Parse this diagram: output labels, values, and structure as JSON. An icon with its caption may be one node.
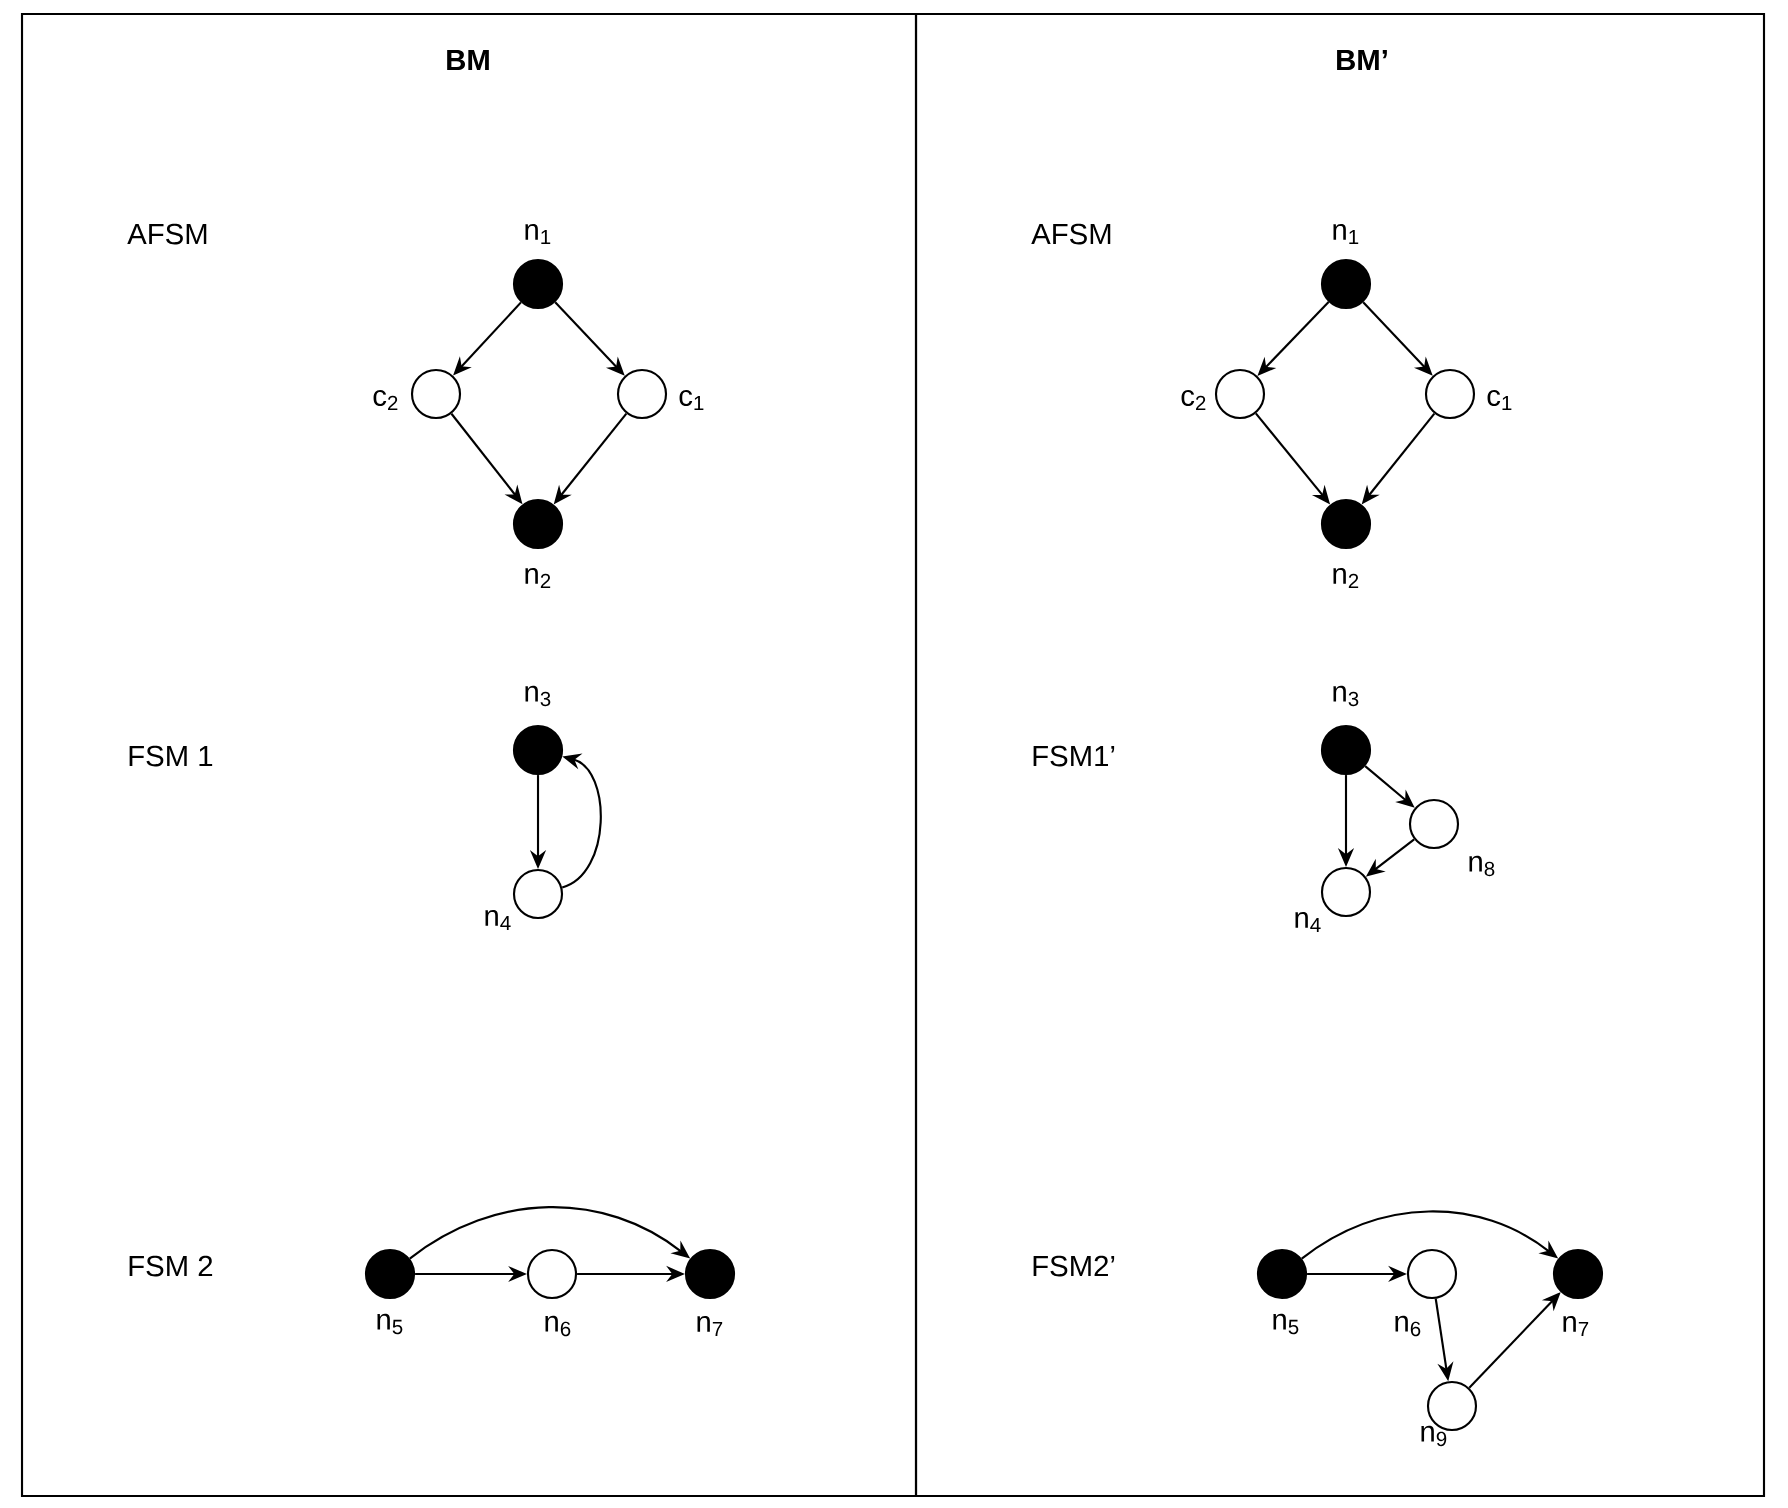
{
  "diagram": {
    "nodes": [
      {
        "text": [
          "BM",
          "AFSM",
          "FSM 1",
          "FSM 2"
        ]
      },
      {
        "text": [
          "BM’",
          "AFSM",
          "FSM1’",
          "FSM2’"
        ]
      },
      {
        "text": [],
        "shape": "dot",
        "in": 0,
        "beside": [
          "n$_{1}$"
        ]
      },
      {
        "text": [],
        "shape": "circle",
        "in": 0,
        "beside": [
          "c$_{2}$"
        ]
      },
      {
        "text": [],
        "shape": "circle",
        "in": 0,
        "beside": [
          "c$_{1}$"
        ]
      },
      {
        "text": [],
        "shape": "dot",
        "in": 0,
        "beside": [
          "n$_{2}$"
        ]
      },
      {
        "text": [],
        "shape": "dot",
        "in": 0,
        "beside": [
          "n$_{3}$"
        ]
      },
      {
        "text": [],
        "shape": "circle",
        "in": 0,
        "beside": [
          "n$_{4}$"
        ]
      },
      {
        "text": [],
        "shape": "dot",
        "in": 0,
        "beside": [
          "n$_{5}$"
        ]
      },
      {
        "text": [],
        "shape": "circle",
        "in": 0,
        "beside": [
          "n$_{6}$"
        ]
      },
      {
        "text": [],
        "shape": "dot",
        "in": 0,
        "beside": [
          "n$_{7}$"
        ]
      },
      {
        "text": [],
        "shape": "dot",
        "in": 1,
        "beside": [
          "n$_{1}$"
        ]
      },
      {
        "text": [],
        "shape": "circle",
        "in": 1,
        "beside": [
          "c$_{2}$"
        ]
      },
      {
        "text": [],
        "shape": "circle",
        "in": 1,
        "beside": [
          "c$_{1}$"
        ]
      },
      {
        "text": [],
        "shape": "dot",
        "in": 1,
        "beside": [
          "n$_{2}$"
        ]
      },
      {
        "text": [],
        "shape": "dot",
        "in": 1,
        "beside": [
          "n$_{3}$"
        ]
      },
      {
        "text": [],
        "shape": "circle",
        "in": 1,
        "beside": [
          "n$_{8}$"
        ]
      },
      {
        "text": [],
        "shape": "circle",
        "in": 1,
        "beside": [
          "n$_{4}$"
        ]
      },
      {
        "text": [],
        "shape": "dot",
        "in": 1,
        "beside": [
          "n$_{5}$"
        ]
      },
      {
        "text": [],
        "shape": "circle",
        "in": 1,
        "beside": [
          "n$_{6}$"
        ]
      },
      {
        "text": [],
        "shape": "dot",
        "in": 1,
        "beside": [
          "n$_{7}$"
        ]
      },
      {
        "text": [],
        "shape": "circle",
        "in": 1,
        "beside": [
          "n$_{9}$"
        ]
      }
    ],
    "edges": [
      {
        "from": 2,
        "to": 3,
        "arrow": "to"
      },
      {
        "from": 2,
        "to": 4,
        "arrow": "to"
      },
      {
        "from": 3,
        "to": 5,
        "arrow": "to"
      },
      {
        "from": 4,
        "to": 5,
        "arrow": "to"
      },
      {
        "from": 6,
        "to": 7,
        "arrow": "to"
      },
      {
        "from": 7,
        "to": 6,
        "arrow": "to"
      },
      {
        "from": 8,
        "to": 10,
        "arrow": "to"
      },
      {
        "from": 8,
        "to": 9,
        "arrow": "to"
      },
      {
        "from": 9,
        "to": 10,
        "arrow": "to"
      },
      {
        "from": 11,
        "to": 12,
        "arrow": "to"
      },
      {
        "from": 11,
        "to": 13,
        "arrow": "to"
      },
      {
        "from": 12,
        "to": 14,
        "arrow": "to"
      },
      {
        "from": 13,
        "to": 14,
        "arrow": "to"
      },
      {
        "from": 15,
        "to": 17,
        "arrow": "to"
      },
      {
        "from": 15,
        "to": 16,
        "arrow": "to"
      },
      {
        "from": 16,
        "to": 17,
        "arrow": "to"
      },
      {
        "from": 18,
        "to": 20,
        "arrow": "to"
      },
      {
        "from": 18,
        "to": 19,
        "arrow": "to"
      },
      {
        "from": 19,
        "to": 21,
        "arrow": "to"
      },
      {
        "from": 21,
        "to": 20,
        "arrow": "to"
      }
    ]
  }
}
